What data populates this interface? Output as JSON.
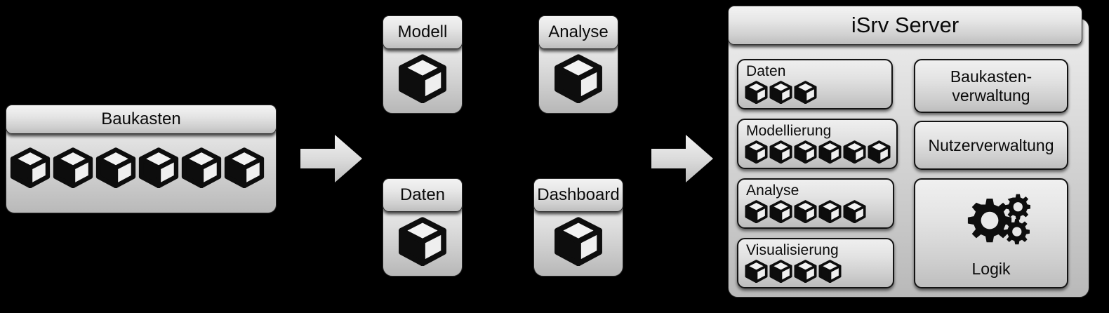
{
  "diagram": {
    "title_hidden": "",
    "background_color": "#000000",
    "panel_fill": "#dcdcdc",
    "icon_color": "#0d0d0d"
  },
  "baukasten": {
    "header_label": "Baukasten",
    "cube_count": 6,
    "cube_icon": "cube-icon"
  },
  "arrows": [
    {
      "name": "arrow-1",
      "glyph": "arrow-right-icon"
    },
    {
      "name": "arrow-2",
      "glyph": "arrow-right-icon"
    }
  ],
  "cards": [
    {
      "label": "Modell",
      "icon": "cube-icon"
    },
    {
      "label": "Analyse",
      "icon": "cube-icon"
    },
    {
      "label": "Daten",
      "icon": "cube-icon"
    },
    {
      "label": "Dashboard",
      "icon": "cube-icon"
    }
  ],
  "server": {
    "title": "iSrv Server",
    "left_column": [
      {
        "label": "Daten",
        "cube_count": 3
      },
      {
        "label": "Modellierung",
        "cube_count": 6
      },
      {
        "label": "Analyse",
        "cube_count": 5
      },
      {
        "label": "Visualisierung",
        "cube_count": 4
      }
    ],
    "right_column": [
      {
        "label": "Baukasten-\nverwaltung",
        "icon": null
      },
      {
        "label": "Nutzerverwaltung",
        "icon": null
      },
      {
        "label": "Logik",
        "icon": "gears-icon"
      }
    ]
  }
}
